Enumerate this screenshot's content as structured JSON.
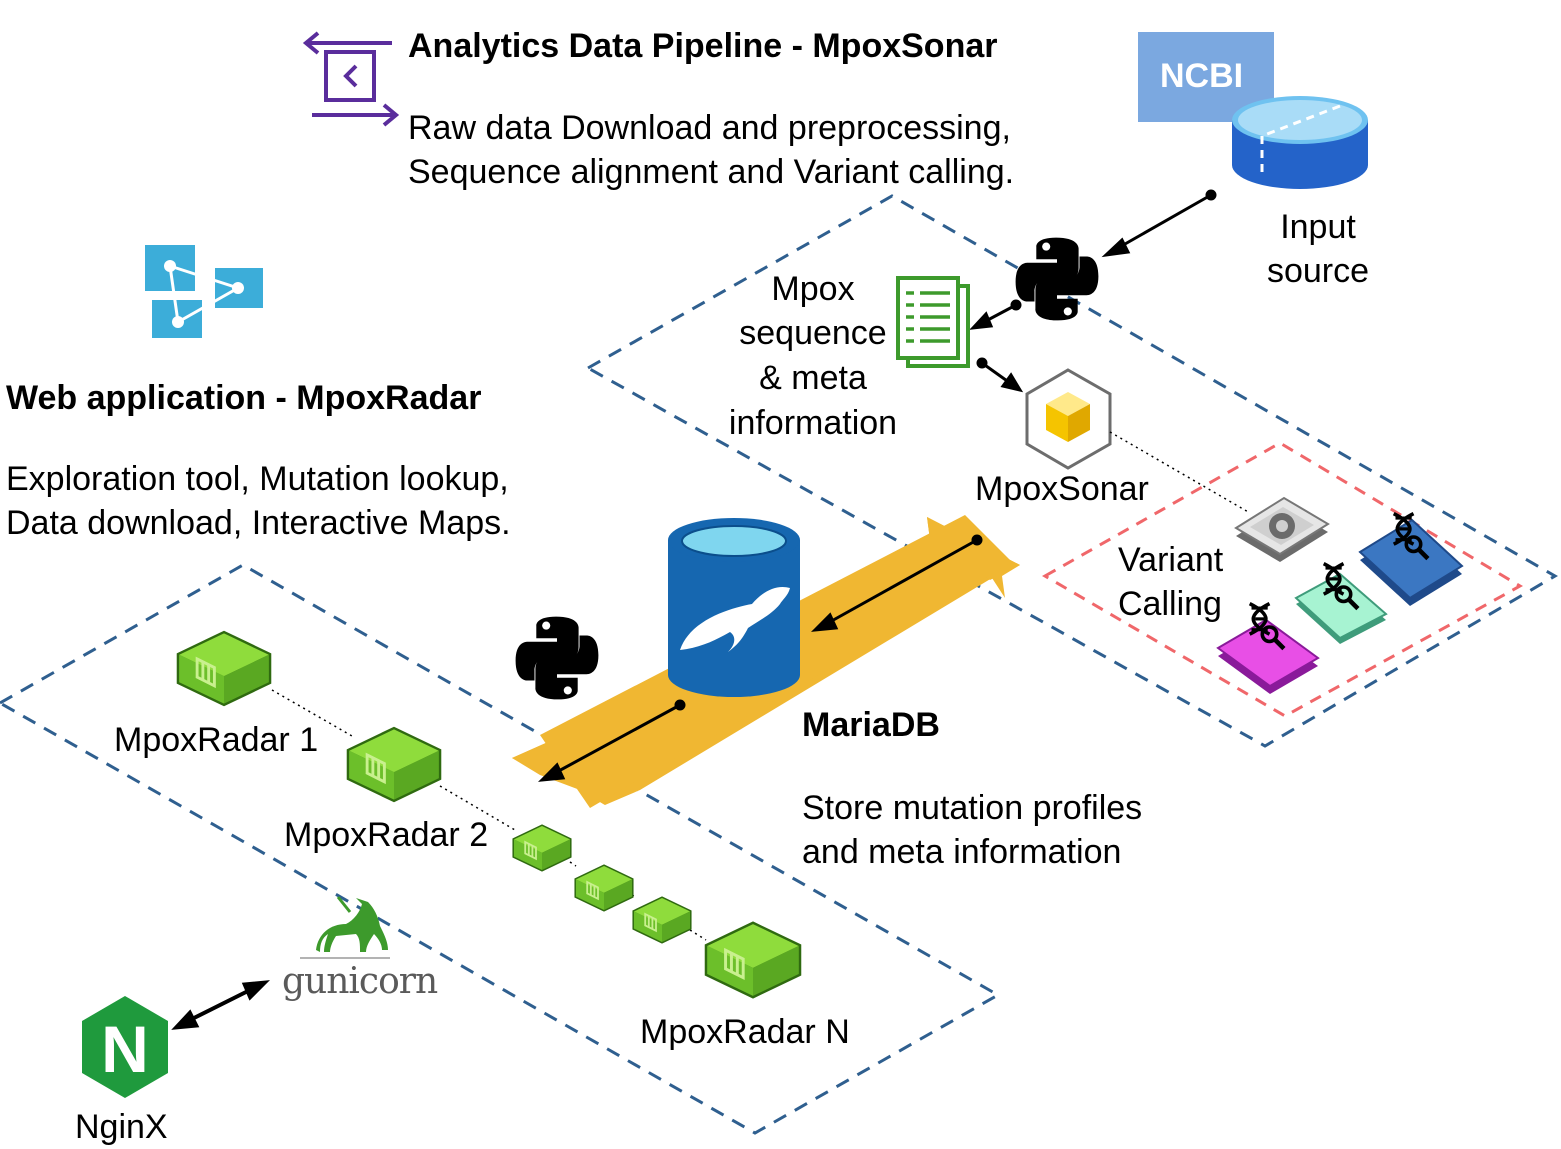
{
  "pipeline": {
    "title": "Analytics Data Pipeline - MpoxSonar",
    "description_line1": "Raw data Download and preprocessing,",
    "description_line2": "Sequence alignment and Variant calling."
  },
  "webapp": {
    "title": "Web application - MpoxRadar",
    "description_line1": "Exploration tool, Mutation lookup,",
    "description_line2": "Data download, Interactive Maps."
  },
  "ncbi": {
    "badge": "NCBI",
    "label_line1": "Input",
    "label_line2": "source"
  },
  "sequence_meta": {
    "line1": "Mpox",
    "line2": "sequence",
    "line3": "& meta",
    "line4": "information"
  },
  "sonar": {
    "label": "MpoxSonar"
  },
  "variant_calling": {
    "line1": "Variant",
    "line2": "Calling"
  },
  "mariadb": {
    "title": "MariaDB",
    "description_line1": "Store mutation profiles",
    "description_line2": "and meta information"
  },
  "radar": {
    "instance1": "MpoxRadar 1",
    "instance2": "MpoxRadar 2",
    "instanceN": "MpoxRadar N"
  },
  "gunicorn": {
    "label": "gunicorn"
  },
  "nginx": {
    "label": "NginX",
    "glyph": "N"
  },
  "icons": [
    "pipeline-icon",
    "azure-logic-icon",
    "ncbi-database-icon",
    "python-icon",
    "document-icon",
    "sonar-cube-icon",
    "settings-key-icon",
    "dna-search-icon",
    "mariadb-icon",
    "server-box-icon",
    "gunicorn-unicorn-icon",
    "nginx-icon"
  ],
  "colors": {
    "dashed_blue": "#2f5f8f",
    "dashed_red": "#f0676a",
    "arrow_band": "#f0b732",
    "python": "#000000",
    "doc_green": "#3d9a2c",
    "server_green": "#7ecf33",
    "nginx_green": "#1f9a3d",
    "mariadb_blue": "#1667b0",
    "ncbi_blue": "#7ba8e0",
    "azure_blue": "#3cadd9",
    "pipeline_purple": "#5a2d9c"
  }
}
